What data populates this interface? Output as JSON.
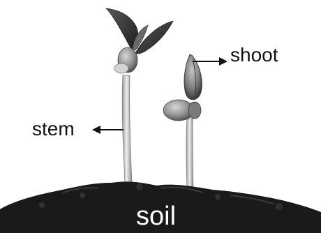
{
  "labels": {
    "shoot": "shoot",
    "stem": "stem",
    "soil": "soil"
  },
  "colors": {
    "background": "#ffffff",
    "soil": "#1a1a1a",
    "stem": "#cfcfcf",
    "leaf_dark": "#3a3a3a",
    "seed_leaf": "#8a8a8a",
    "ink": "#111111"
  }
}
